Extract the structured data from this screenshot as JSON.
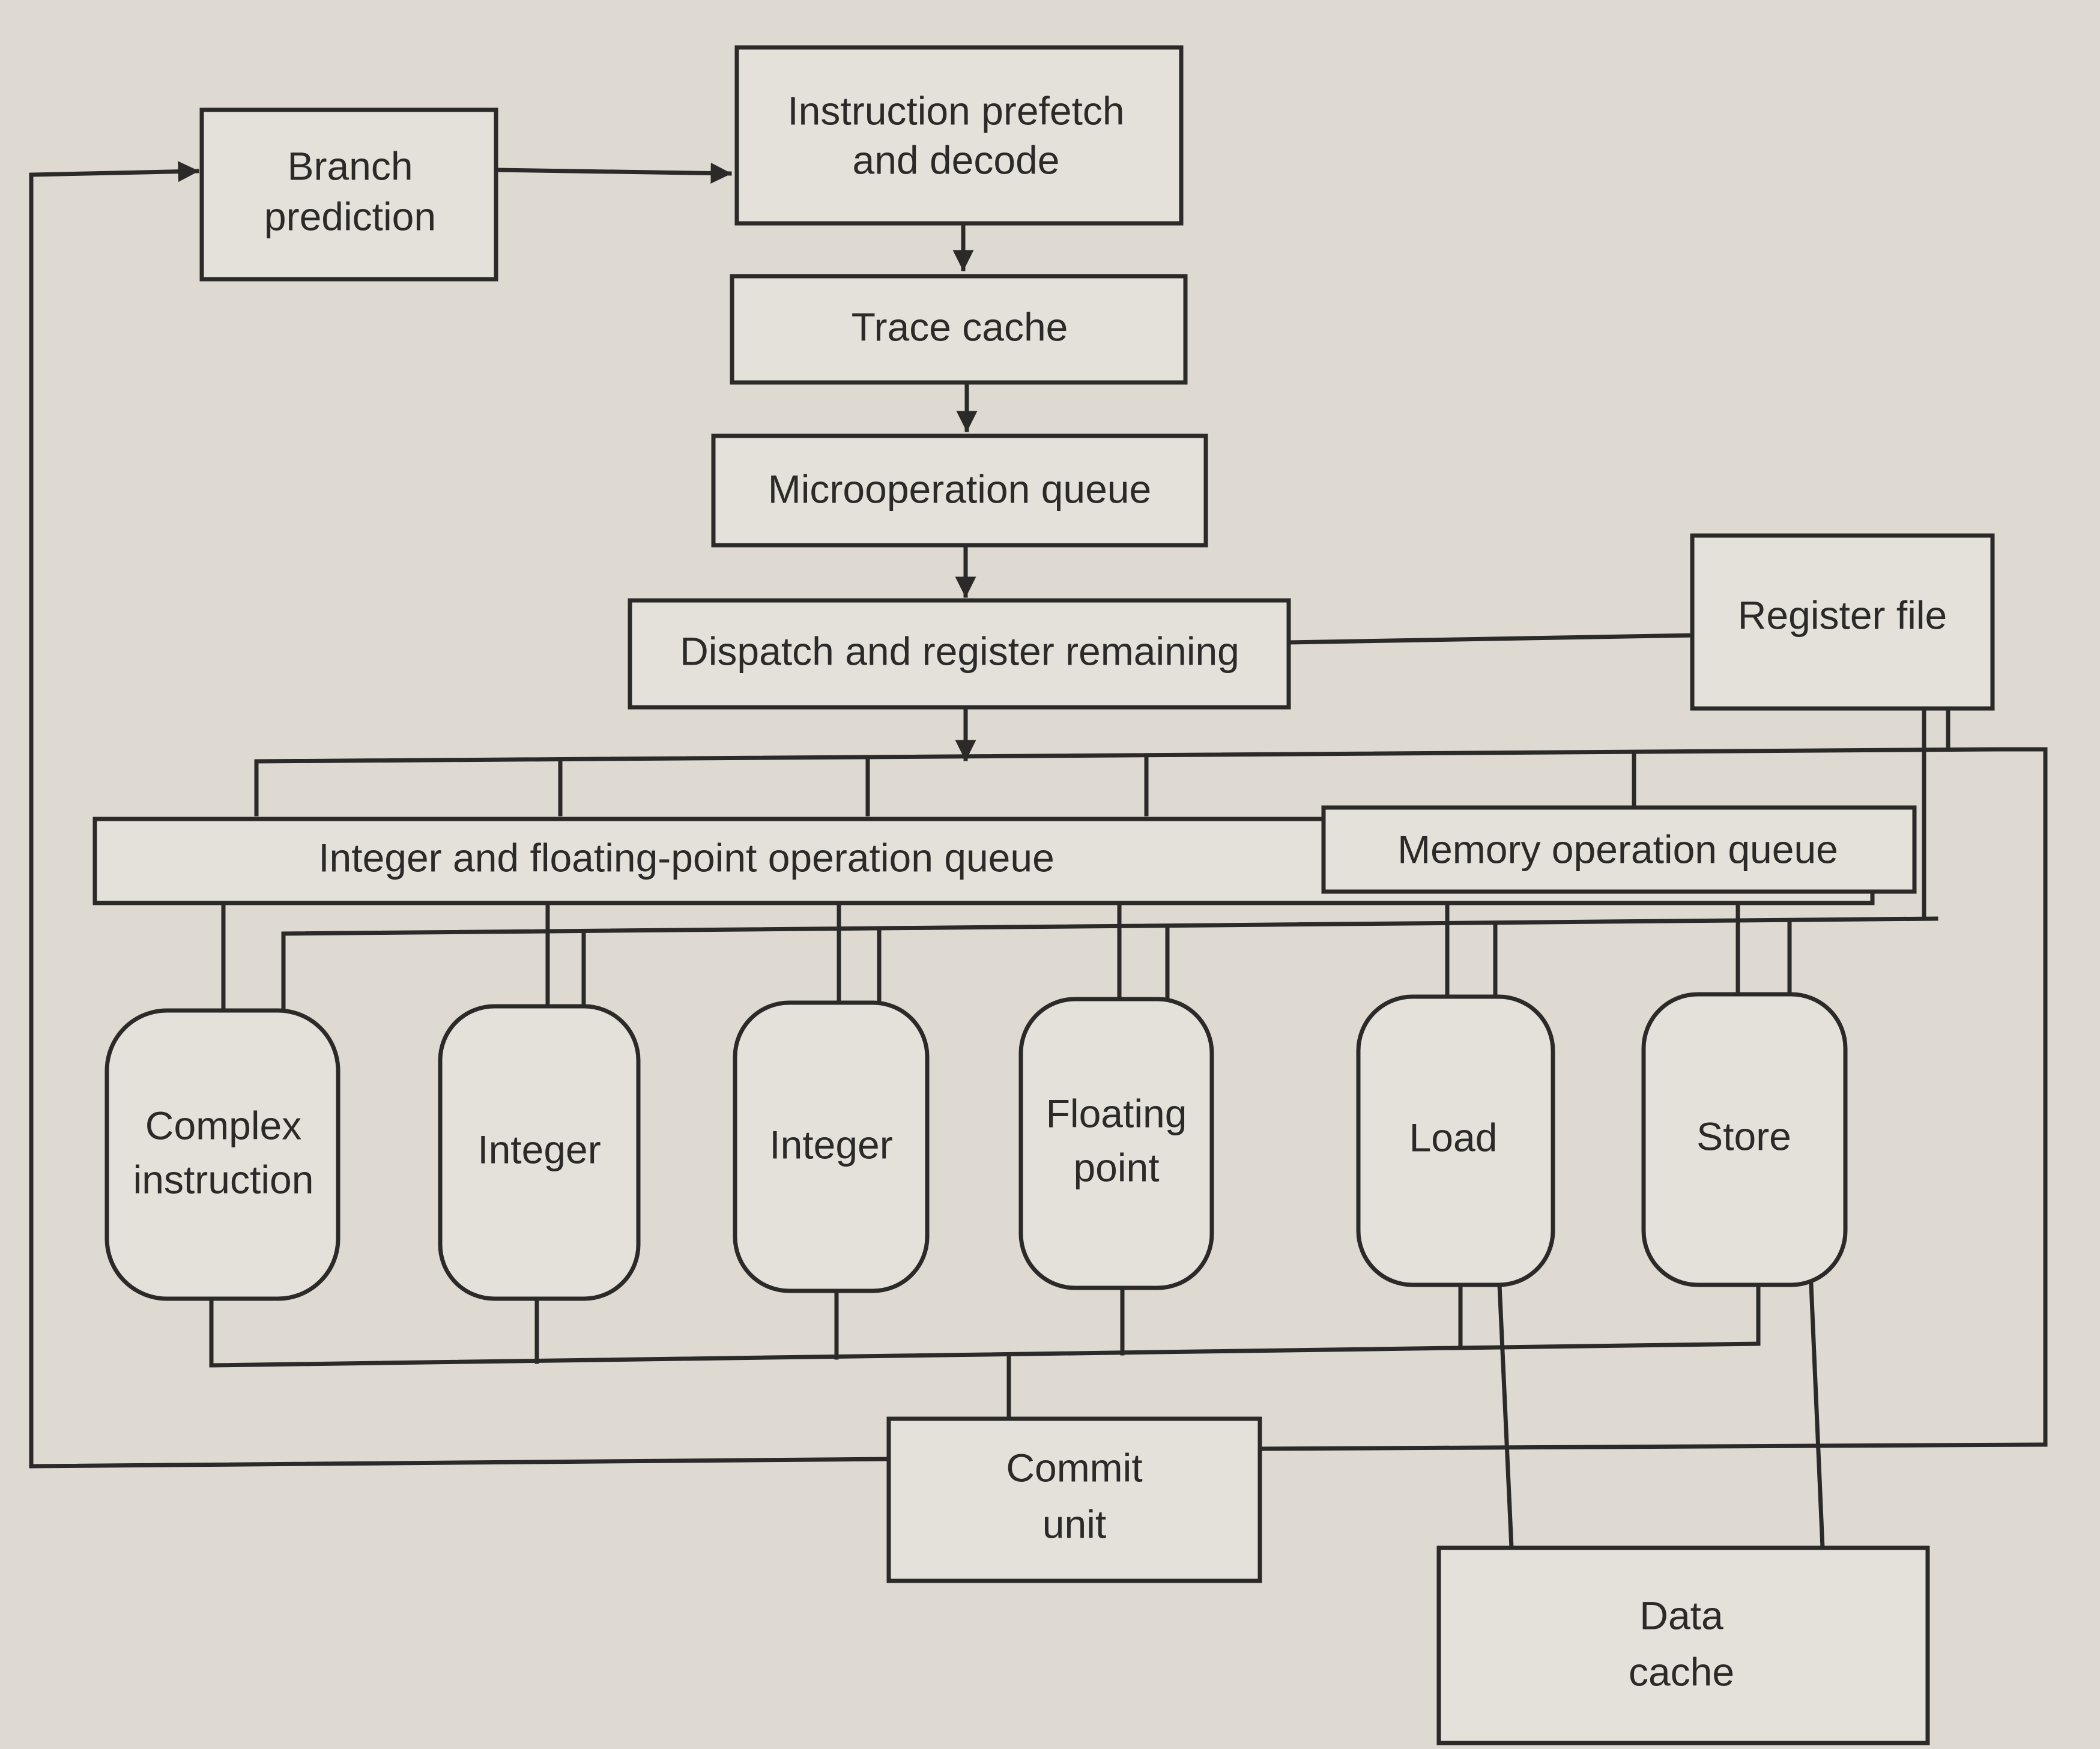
{
  "diagram": {
    "branch_prediction": {
      "line1": "Branch",
      "line2": "prediction"
    },
    "prefetch": {
      "line1": "Instruction prefetch",
      "line2": "and decode"
    },
    "trace_cache": "Trace cache",
    "uop_queue": "Microoperation queue",
    "dispatch": "Dispatch and register remaining",
    "register_file": "Register file",
    "int_fp_queue": "Integer and floating-point operation queue",
    "mem_queue": "Memory operation queue",
    "units": {
      "complex": {
        "line1": "Complex",
        "line2": "instruction"
      },
      "integer1": "Integer",
      "integer2": "Integer",
      "fp": {
        "line1": "Floating",
        "line2": "point"
      },
      "load": "Load",
      "store": "Store"
    },
    "commit": {
      "line1": "Commit",
      "line2": "unit"
    },
    "data_cache": {
      "line1": "Data",
      "line2": "cache"
    }
  }
}
